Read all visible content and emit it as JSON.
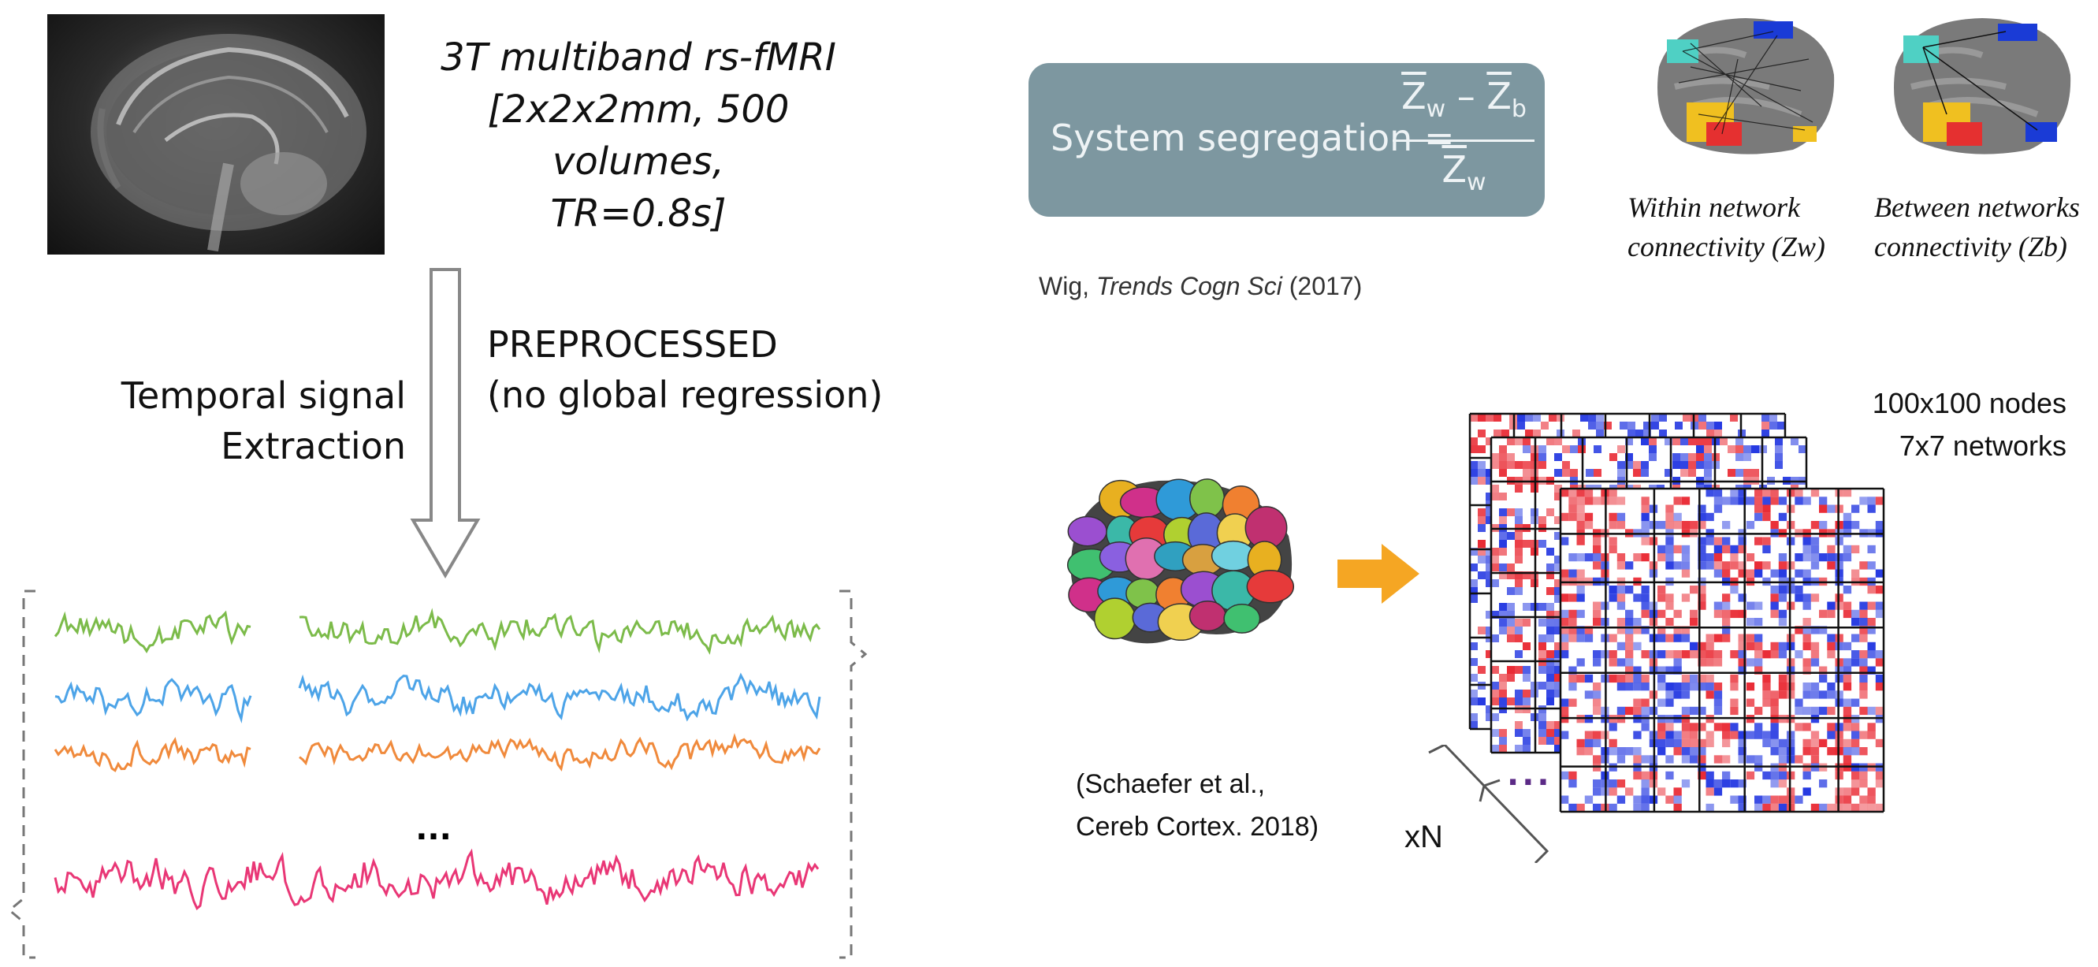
{
  "acquisition": {
    "lines": [
      "3T multiband rs-fMRI",
      "[2x2x2mm, 500",
      "volumes,",
      "TR=0.8s]"
    ]
  },
  "preprocessing": {
    "lines": [
      "PREPROCESSED",
      "(no global regression)"
    ]
  },
  "extraction": {
    "lines": [
      "Temporal signal",
      "Extraction"
    ]
  },
  "signals": {
    "ellipsis": "...",
    "colors": [
      "#7cbb4a",
      "#4da4e8",
      "#f08a3c",
      "#e93776"
    ]
  },
  "formula": {
    "label": "System segregation =",
    "numerator_a": "Z",
    "sub_a": "w",
    "minus": "–",
    "numerator_b": "Z",
    "sub_b": "b",
    "denominator": "Z",
    "sub_den": "w"
  },
  "citation_wig": {
    "author": "Wig, ",
    "journal": "Trends Cogn Sci",
    "year": " (2017)"
  },
  "connectivity": {
    "within": [
      "Within network",
      "connectivity (Zw)"
    ],
    "between": [
      "Between networks",
      "connectivity (Zb)"
    ]
  },
  "parcellation": {
    "citation": [
      "(Schaefer et al.,",
      "Cereb Cortex. 2018)"
    ]
  },
  "matrices": {
    "nodes": "100x100 nodes",
    "networks": "7x7 networks",
    "ellipsis": "...",
    "count": "xN"
  },
  "colors": {
    "arrow_orange": "#f5a623",
    "formula_box": "#7d97a0",
    "matrix_red": "#e8202a",
    "matrix_blue": "#1a2fe0",
    "ellipsis_purple": "#5b2a86"
  }
}
